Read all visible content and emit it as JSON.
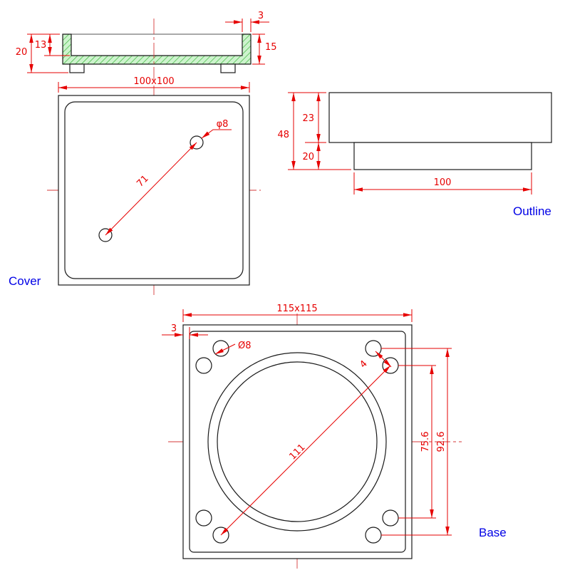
{
  "drawing": {
    "colors": {
      "object_line": "#1a1a1a",
      "dimension": "#e60000",
      "view_label": "#0000e6",
      "hatch_fill": "#cdf3cd",
      "hatch_stroke": "#33b333"
    },
    "section_view": {
      "dim_total_height": "20",
      "dim_cavity_depth": "13",
      "dim_right_height": "15",
      "dim_wall_thickness": "3"
    },
    "cover_view": {
      "label": "Cover",
      "dim_size": "100x100",
      "dim_hole_diameter": "φ8",
      "dim_hole_spacing": "71"
    },
    "outline_view": {
      "label": "Outline",
      "dim_upper_height": "23",
      "dim_total_height": "48",
      "dim_lower_height": "20",
      "dim_base_width": "100"
    },
    "base_view": {
      "label": "Base",
      "dim_size": "115x115",
      "dim_edge_offset": "3",
      "dim_hole_diameter": "Ø8",
      "dim_hole_offset": "4",
      "dim_diagonal": "111",
      "dim_hole_span_inner": "75.6",
      "dim_hole_span_outer": "92.6"
    }
  }
}
